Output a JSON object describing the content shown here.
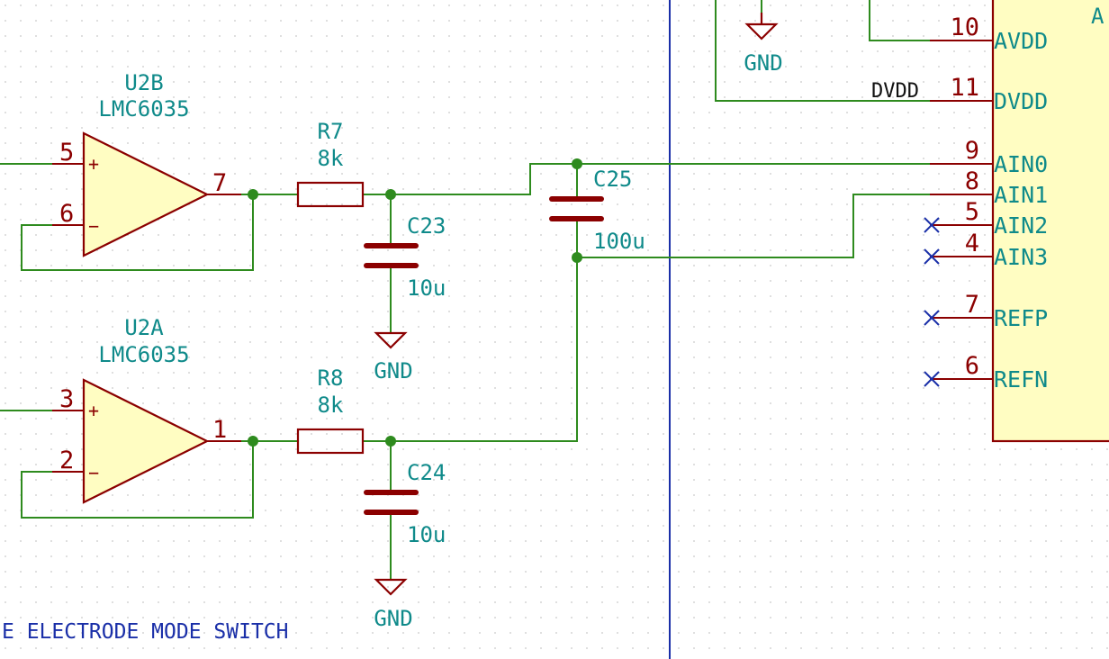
{
  "u2b": {
    "ref": "U2B",
    "value": "LMC6035",
    "pin_in_plus": "5",
    "pin_in_minus": "6",
    "pin_out": "7",
    "plus_sign": "+",
    "minus_sign": "−"
  },
  "u2a": {
    "ref": "U2A",
    "value": "LMC6035",
    "pin_in_plus": "3",
    "pin_in_minus": "2",
    "pin_out": "1",
    "plus_sign": "+",
    "minus_sign": "−"
  },
  "r7": {
    "ref": "R7",
    "value": "8k"
  },
  "r8": {
    "ref": "R8",
    "value": "8k"
  },
  "c23": {
    "ref": "C23",
    "value": "10u"
  },
  "c24": {
    "ref": "C24",
    "value": "10u"
  },
  "c25": {
    "ref": "C25",
    "value": "100u"
  },
  "gnd_label": "GND",
  "net_dvdd": "DVDD",
  "adc": {
    "ref_partial": "A",
    "pins": [
      {
        "num": "10",
        "name": "AVDD"
      },
      {
        "num": "11",
        "name": "DVDD"
      },
      {
        "num": "9",
        "name": "AIN0"
      },
      {
        "num": "8",
        "name": "AIN1"
      },
      {
        "num": "5",
        "name": "AIN2"
      },
      {
        "num": "4",
        "name": "AIN3"
      },
      {
        "num": "7",
        "name": "REFP"
      },
      {
        "num": "6",
        "name": "REFN"
      }
    ]
  },
  "section_title": "E ELECTRODE MODE SWITCH",
  "colors": {
    "wire": "#2e8b1e",
    "component": "#8b0000",
    "component_fill": "#fffdc2",
    "label": "#0f8a8a",
    "no_connect": "#1a2fa8",
    "divider": "#1a2fa8"
  }
}
